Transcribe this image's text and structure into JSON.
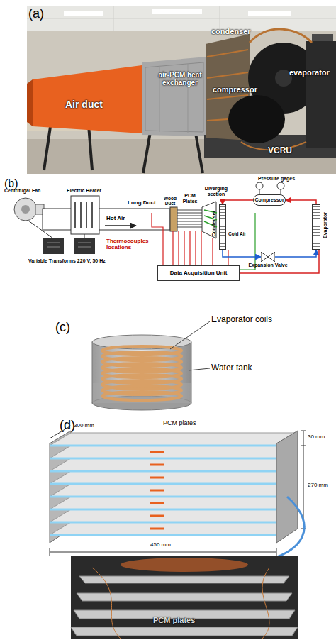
{
  "diagram": {
    "nodes": [
      {
        "text": [
          "Data Acquisition Unit"
        ]
      },
      {
        "text": [
          "Compressor"
        ]
      },
      {
        "text": [
          "Condenser"
        ]
      },
      {
        "text": [
          "Evaporator"
        ]
      },
      {
        "text": [
          "Expansion Valve"
        ]
      }
    ],
    "edges": [
      {
        "from": 3,
        "to": 1,
        "arrow": "to"
      },
      {
        "from": 1,
        "to": 2,
        "arrow": "to"
      },
      {
        "from": 2,
        "to": 4,
        "arrow": "to"
      },
      {
        "from": 4,
        "to": 3,
        "arrow": "to"
      },
      {
        "from": 3,
        "to": 0,
        "arrow": "none"
      }
    ],
    "labels": [
      "(a)",
      "Air duct",
      "air-PCM heat exchanger",
      "condenser",
      "compressor",
      "evaporator",
      "VCRU",
      "(b)",
      "Centrifugal Fan",
      "Electric Heater",
      "Long Duct",
      "Hot Air",
      "Wood Duct",
      "PCM Plates",
      "Diverging section",
      "Pressure gages",
      "Cold Air",
      "Thermocouples locations",
      "Variable Transforms 220 V, 50 Hz",
      "(c)",
      "Evaporator coils",
      "Water tank",
      "(d)",
      "300 mm",
      "PCM plates",
      "30 mm",
      "270 mm",
      "450 mm",
      "PCM plates"
    ]
  }
}
